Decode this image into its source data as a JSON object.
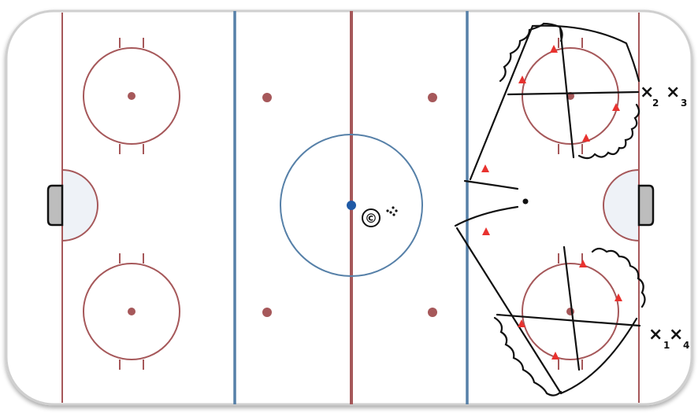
{
  "diagram": {
    "players": [
      {
        "id": "x2",
        "symbol": "×",
        "subscript": "2"
      },
      {
        "id": "x3",
        "symbol": "×",
        "subscript": "3"
      },
      {
        "id": "x1",
        "symbol": "×",
        "subscript": "1"
      },
      {
        "id": "x4",
        "symbol": "×",
        "subscript": "4"
      }
    ],
    "coach_symbol": "©",
    "colors": {
      "rink_line_red": "#a6585a",
      "blue_line": "#5680a8",
      "center_dot": "#1f5aa6",
      "drill_path": "#111111",
      "cone_red": "#e8322f",
      "crease": "#eef2f7",
      "goal_gray": "#bdbdbd"
    }
  }
}
